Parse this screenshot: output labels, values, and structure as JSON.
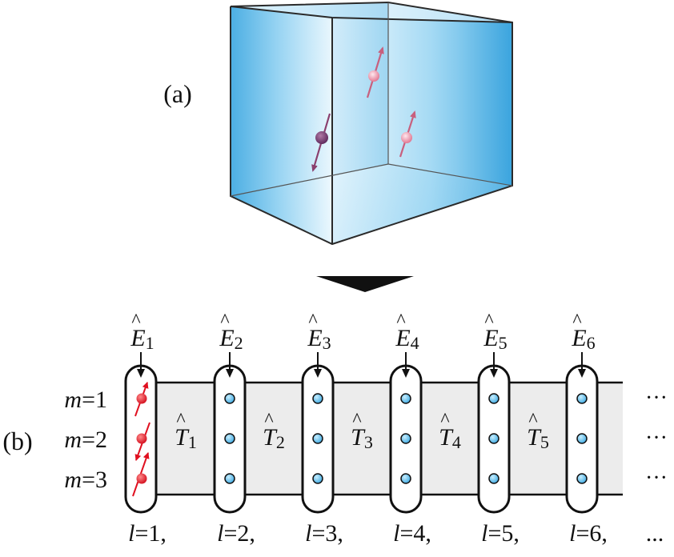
{
  "panel_a": {
    "label": "(a)"
  },
  "panel_b": {
    "label": "(b)",
    "rows": [
      {
        "var": "m",
        "eq": "=1"
      },
      {
        "var": "m",
        "eq": "=2"
      },
      {
        "var": "m",
        "eq": "=3"
      }
    ],
    "sites": [
      {
        "E_sym": "E",
        "E_sub": "1",
        "l_var": "l",
        "l_eq": "=1,"
      },
      {
        "E_sym": "E",
        "E_sub": "2",
        "l_var": "l",
        "l_eq": "=2,"
      },
      {
        "E_sym": "E",
        "E_sub": "3",
        "l_var": "l",
        "l_eq": "=3,"
      },
      {
        "E_sym": "E",
        "E_sub": "4",
        "l_var": "l",
        "l_eq": "=4,"
      },
      {
        "E_sym": "E",
        "E_sub": "5",
        "l_var": "l",
        "l_eq": "=5,"
      },
      {
        "E_sym": "E",
        "E_sub": "6",
        "l_var": "l",
        "l_eq": "=6,"
      }
    ],
    "transfers": [
      {
        "sym": "T",
        "sub": "1"
      },
      {
        "sym": "T",
        "sub": "2"
      },
      {
        "sym": "T",
        "sub": "3"
      },
      {
        "sym": "T",
        "sub": "4"
      },
      {
        "sym": "T",
        "sub": "5"
      }
    ],
    "hat": "^",
    "row_ellipsis": "···",
    "l_ellipsis": "..."
  },
  "colors": {
    "cube_blue": "#4ab2e6",
    "band_gray": "#ececec",
    "site_blue": "#5cc0ee",
    "spin_red": "#e01020",
    "arrow_purple": "#9a4a78"
  }
}
